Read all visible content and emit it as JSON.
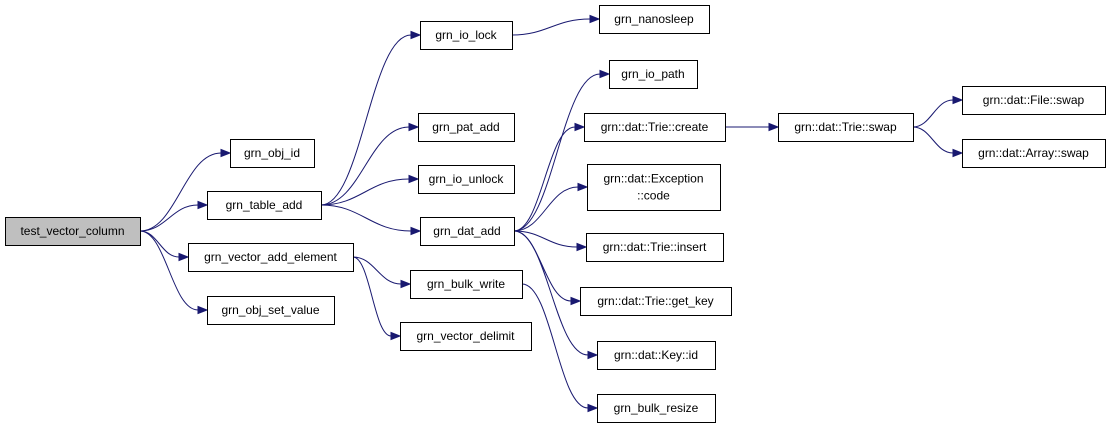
{
  "graph": {
    "edge_color": "#191970",
    "root_fill": "#bfbfbf",
    "nodes": [
      {
        "id": "test_vector_column",
        "lines": [
          "test_vector_column"
        ]
      },
      {
        "id": "grn_obj_id",
        "lines": [
          "grn_obj_id"
        ]
      },
      {
        "id": "grn_table_add",
        "lines": [
          "grn_table_add"
        ]
      },
      {
        "id": "grn_vector_add_element",
        "lines": [
          "grn_vector_add_element"
        ]
      },
      {
        "id": "grn_obj_set_value",
        "lines": [
          "grn_obj_set_value"
        ]
      },
      {
        "id": "grn_io_lock",
        "lines": [
          "grn_io_lock"
        ]
      },
      {
        "id": "grn_pat_add",
        "lines": [
          "grn_pat_add"
        ]
      },
      {
        "id": "grn_io_unlock",
        "lines": [
          "grn_io_unlock"
        ]
      },
      {
        "id": "grn_dat_add",
        "lines": [
          "grn_dat_add"
        ]
      },
      {
        "id": "grn_bulk_write",
        "lines": [
          "grn_bulk_write"
        ]
      },
      {
        "id": "grn_vector_delimit",
        "lines": [
          "grn_vector_delimit"
        ]
      },
      {
        "id": "grn_nanosleep",
        "lines": [
          "grn_nanosleep"
        ]
      },
      {
        "id": "grn_io_path",
        "lines": [
          "grn_io_path"
        ]
      },
      {
        "id": "trie_create",
        "lines": [
          "grn::dat::Trie::create"
        ]
      },
      {
        "id": "exception_code",
        "lines": [
          "grn::dat::Exception",
          "::code"
        ]
      },
      {
        "id": "trie_insert",
        "lines": [
          "grn::dat::Trie::insert"
        ]
      },
      {
        "id": "trie_get_key",
        "lines": [
          "grn::dat::Trie::get_key"
        ]
      },
      {
        "id": "key_id",
        "lines": [
          "grn::dat::Key::id"
        ]
      },
      {
        "id": "grn_bulk_resize",
        "lines": [
          "grn_bulk_resize"
        ]
      },
      {
        "id": "trie_swap",
        "lines": [
          "grn::dat::Trie::swap"
        ]
      },
      {
        "id": "file_swap",
        "lines": [
          "grn::dat::File::swap"
        ]
      },
      {
        "id": "array_swap",
        "lines": [
          "grn::dat::Array::swap"
        ]
      }
    ],
    "edges": [
      [
        "test_vector_column",
        "grn_obj_id"
      ],
      [
        "test_vector_column",
        "grn_table_add"
      ],
      [
        "test_vector_column",
        "grn_vector_add_element"
      ],
      [
        "test_vector_column",
        "grn_obj_set_value"
      ],
      [
        "grn_table_add",
        "grn_io_lock"
      ],
      [
        "grn_table_add",
        "grn_pat_add"
      ],
      [
        "grn_table_add",
        "grn_io_unlock"
      ],
      [
        "grn_table_add",
        "grn_dat_add"
      ],
      [
        "grn_vector_add_element",
        "grn_bulk_write"
      ],
      [
        "grn_vector_add_element",
        "grn_vector_delimit"
      ],
      [
        "grn_io_lock",
        "grn_nanosleep"
      ],
      [
        "grn_dat_add",
        "grn_io_path"
      ],
      [
        "grn_dat_add",
        "trie_create"
      ],
      [
        "grn_dat_add",
        "exception_code"
      ],
      [
        "grn_dat_add",
        "trie_insert"
      ],
      [
        "grn_dat_add",
        "trie_get_key"
      ],
      [
        "grn_dat_add",
        "key_id"
      ],
      [
        "grn_bulk_write",
        "grn_bulk_resize"
      ],
      [
        "trie_create",
        "trie_swap"
      ],
      [
        "trie_swap",
        "file_swap"
      ],
      [
        "trie_swap",
        "array_swap"
      ]
    ]
  }
}
